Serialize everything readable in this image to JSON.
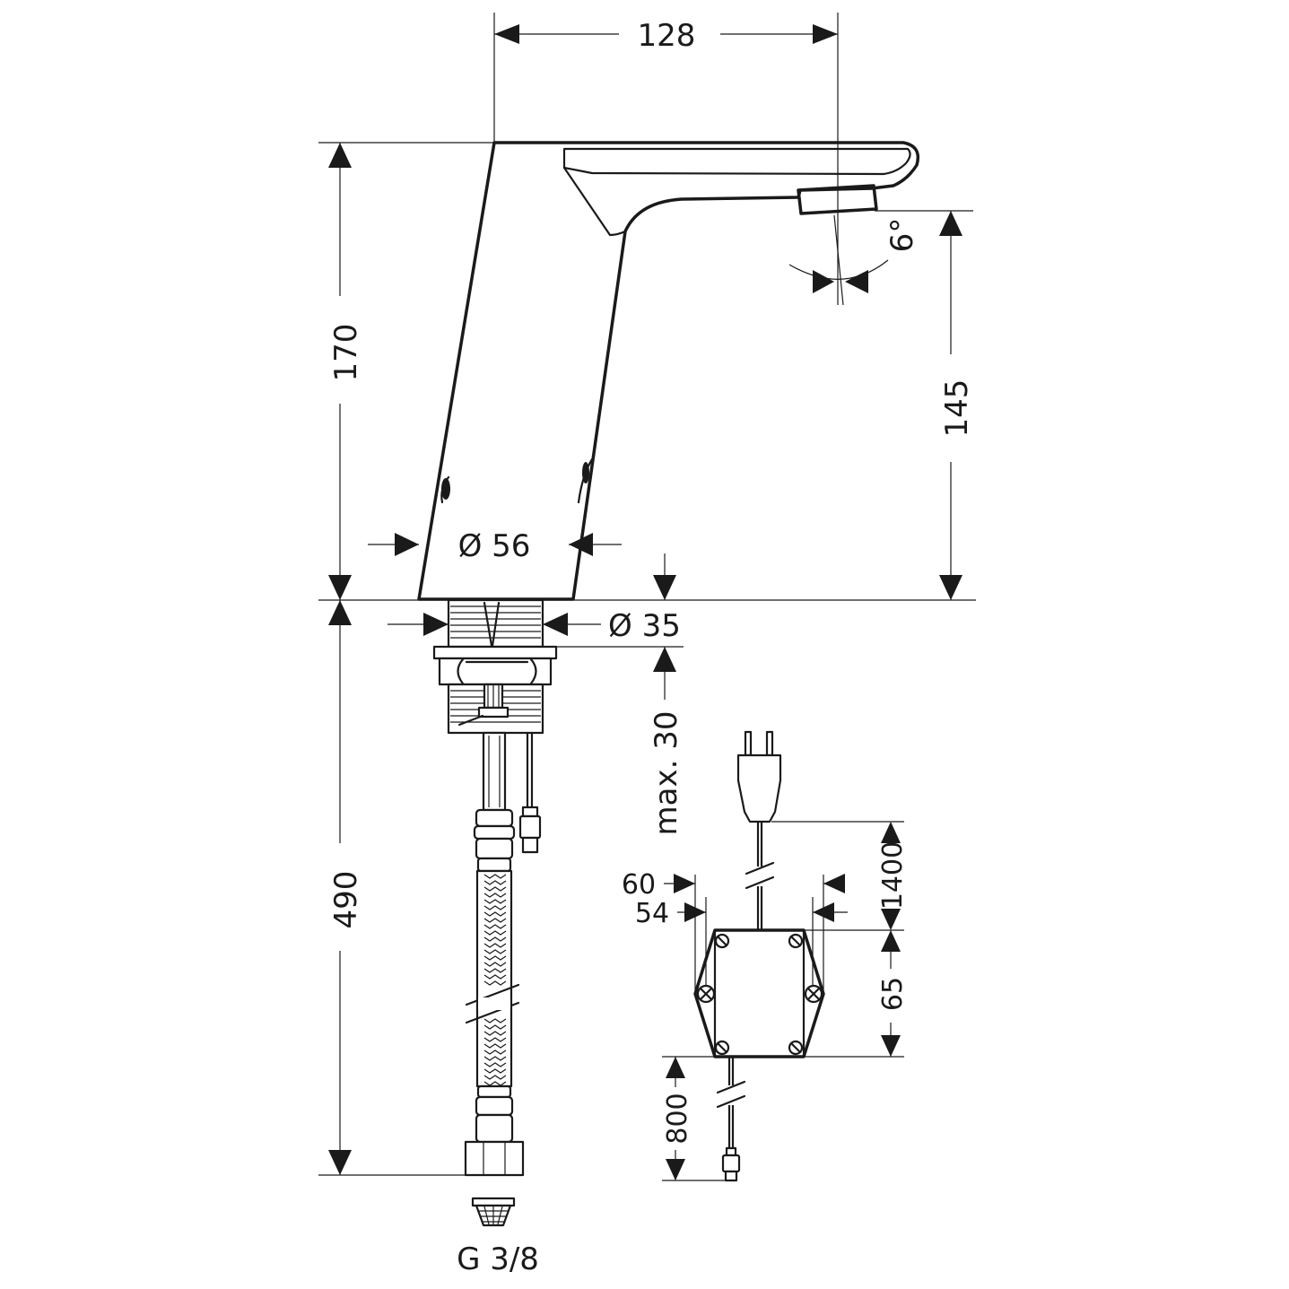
{
  "dimensions": {
    "spout_reach": "128",
    "total_height": "170",
    "outlet_height": "145",
    "spout_angle": "6°",
    "body_diameter": "Ø 56",
    "shank_diameter": "Ø 35",
    "max_countertop": "max. 30",
    "hose_length": "490",
    "connection_thread": "G 3/8",
    "box_width_outer": "60",
    "box_width_inner": "54",
    "power_cable_length": "1400",
    "box_height": "65",
    "sensor_cable_length": "800"
  }
}
